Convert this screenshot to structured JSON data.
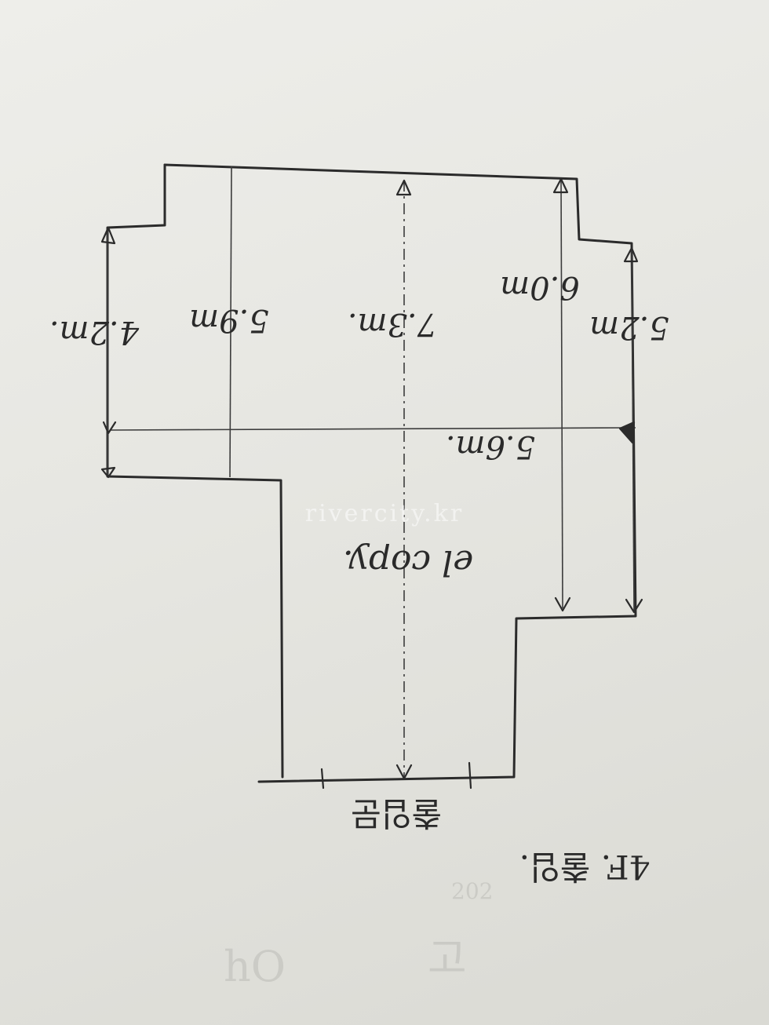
{
  "watermark": "rivercity.kr",
  "dimensions": {
    "left_side": "4.2m.",
    "left_inner": "5.9m",
    "center": "7.3m.",
    "right_inner": "6.0m",
    "right_side": "5.2m",
    "width": "5.6m."
  },
  "room_note": "el copy.",
  "bottom_label": "출입문",
  "footer_note": "4F. 출입.",
  "bleed_marks": [
    "202",
    "고",
    "hO"
  ]
}
